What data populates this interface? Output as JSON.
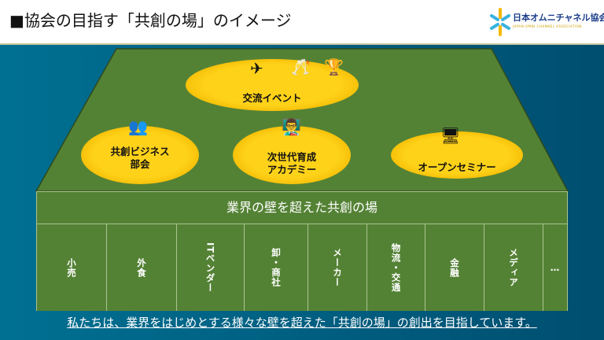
{
  "header": {
    "title": "■協会の目指す「共創の場」のイメージ",
    "logo_name": "日本オムニチャネル協会",
    "logo_sub": "JAPAN OMNI CHANNEL ASSOCIATION"
  },
  "activities": [
    {
      "label": "交流イベント"
    },
    {
      "label": "共創ビジネス\n部会"
    },
    {
      "label": "次世代育成\nアカデミー"
    },
    {
      "label": "オープンセミナー"
    }
  ],
  "band": "業界の壁を超えた共創の場",
  "industries": [
    "小売",
    "外食",
    "ITベンダー",
    "卸・商社",
    "メーカー",
    "物流・交通",
    "金融",
    "メディア",
    "…"
  ],
  "footer": "私たちは、業界をはじめとする様々な壁を超えた「共創の場」の創出を目指しています。",
  "colors": {
    "green": "#548235",
    "yellow": "#ffd21a",
    "teal": "#007092"
  }
}
